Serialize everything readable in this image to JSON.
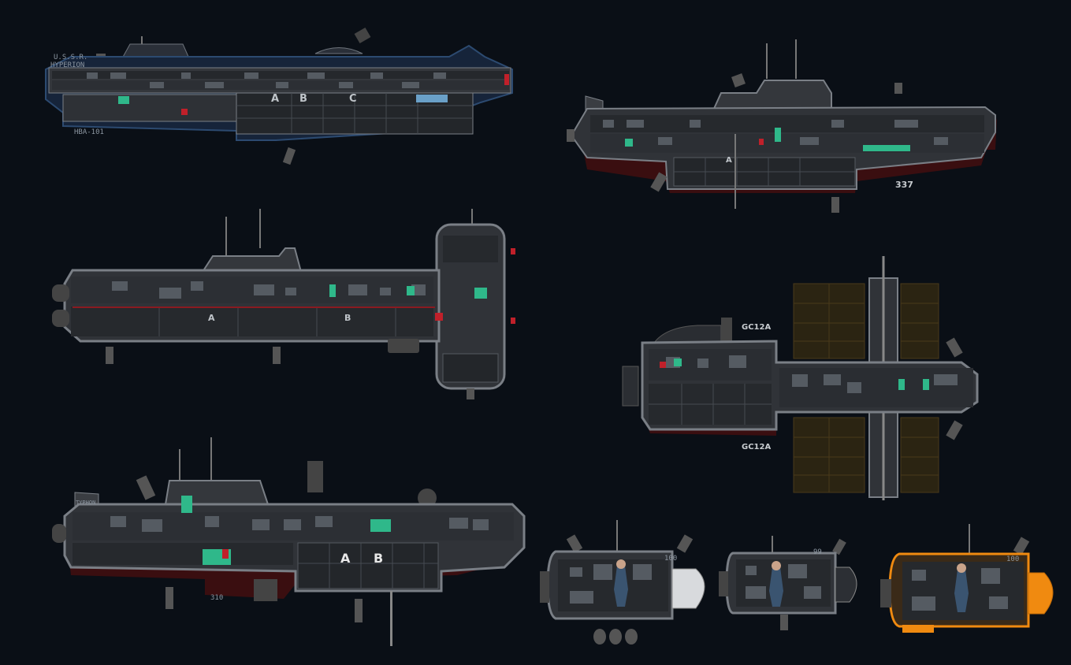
{
  "colors": {
    "background": "#0a0f16",
    "hull": "#3a3d42",
    "hull_dark": "#1c1e22",
    "outline": "#7a7f86",
    "lower_hull_red": "#3a0e10",
    "navy_hull": "#1a2940",
    "accent_green": "#2fb88a",
    "accent_red": "#c0202a",
    "pod_orange": "#f08a10",
    "ballast_brown": "#2b2412"
  },
  "ships": {
    "hyperion": {
      "name_line1": "U.S.S.R.",
      "name_line2": "HYPERION",
      "code": "HBA-101",
      "bay_labels": [
        "A",
        "B",
        "C"
      ]
    },
    "orca": {
      "hull_number": "337",
      "bay_labels": [
        "A"
      ]
    },
    "dugong": {
      "bay_labels": [
        "A",
        "B"
      ]
    },
    "cargo": {
      "registry_top": "GC12A",
      "registry_bottom": "GC12A"
    },
    "typhon": {
      "name": "TYPHON",
      "hull_number": "310",
      "bay_labels": [
        "A",
        "B"
      ]
    },
    "pods": [
      {
        "label": "100",
        "style": "grey"
      },
      {
        "label": "99",
        "style": "grey"
      },
      {
        "label": "100",
        "style": "orange"
      }
    ]
  }
}
